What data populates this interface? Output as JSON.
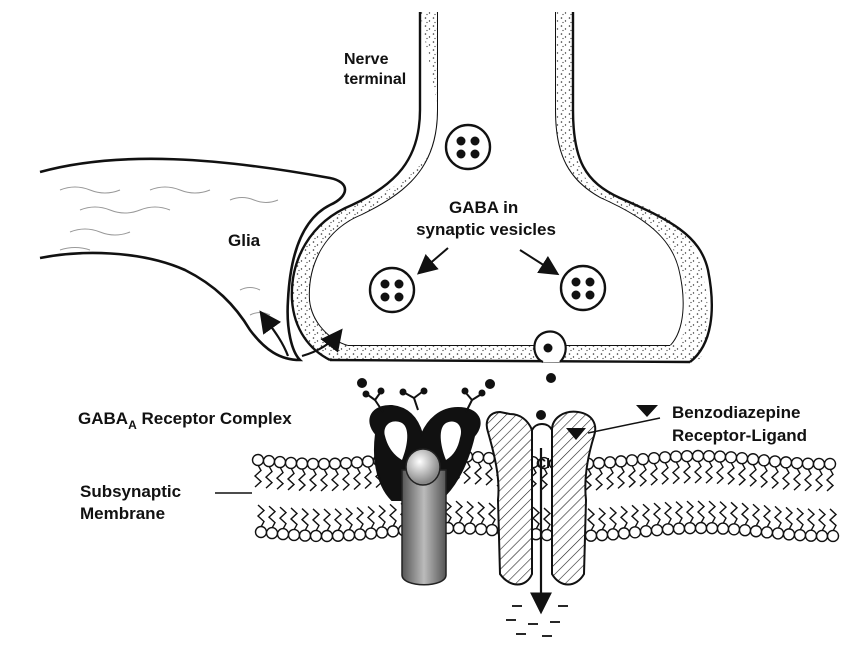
{
  "labels": {
    "nerve_terminal_line1": "Nerve",
    "nerve_terminal_line2": "terminal",
    "glia": "Glia",
    "gaba_vesicles_line1": "GABA in",
    "gaba_vesicles_line2": "synaptic vesicles",
    "receptor_complex_main": "GABA",
    "receptor_complex_sub": "A",
    "receptor_complex_rest": " Receptor Complex",
    "benzo_line1": "Benzodiazepine",
    "benzo_line2": "Receptor-Ligand",
    "subsynaptic_line1": "Subsynaptic",
    "subsynaptic_line2": "Membrane",
    "chloride": "Cl"
  }
}
